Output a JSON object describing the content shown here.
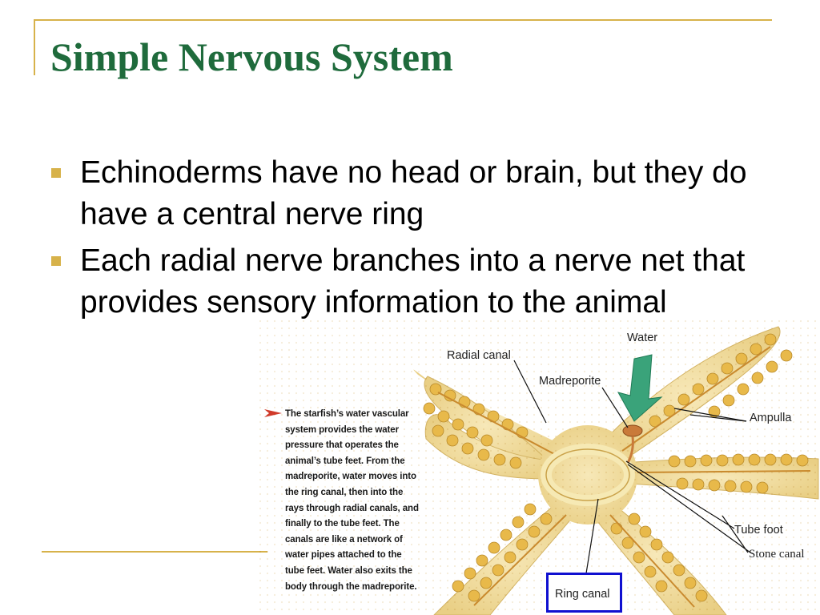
{
  "slide": {
    "title": "Simple Nervous System",
    "bullets": [
      "Echinoderms have no head or brain, but they do have a central nerve ring",
      "Each radial nerve branches into a nerve net that provides sensory information to the animal"
    ]
  },
  "figure": {
    "caption": "The starfish’s water vascular system provides the water pressure that operates the animal’s tube feet. From the madreporite, water moves into the ring canal, then into the rays through radial canals, and finally to the tube feet. The canals are like a network of water pipes attached to the tube feet. Water also exits the body through the madreporite.",
    "labels": {
      "water": "Water",
      "radial_canal": "Radial canal",
      "madreporite": "Madreporite",
      "ampulla": "Ampulla",
      "tube_foot": "Tube foot",
      "stone_canal": "Stone canal",
      "ring_canal": "Ring canal"
    }
  },
  "colors": {
    "title": "#1f6b3c",
    "accent": "#d7b24a",
    "starfish_body": "#f2dc9c",
    "tube_foot": "#e8b94a",
    "water_arrow": "#3aa37a",
    "highlight_box": "#1010d0"
  }
}
